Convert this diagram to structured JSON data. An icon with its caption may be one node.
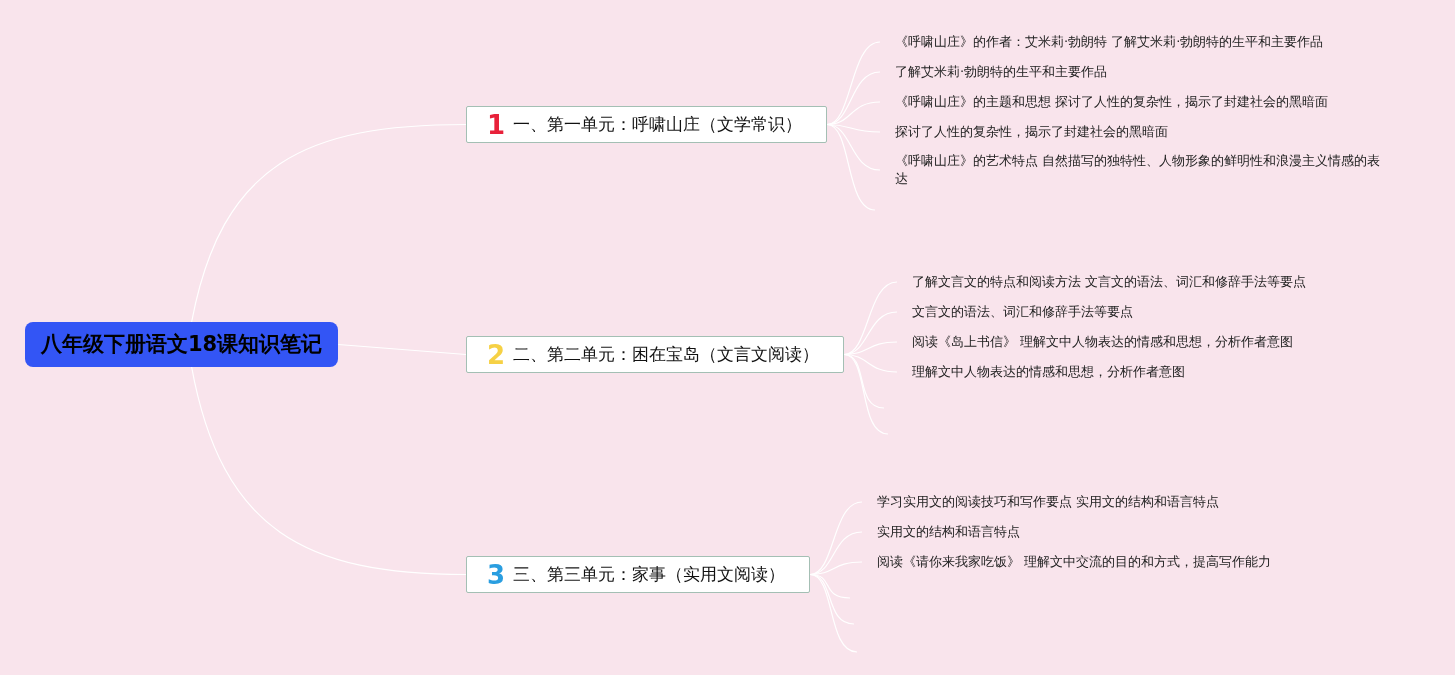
{
  "diagram": {
    "nodes": [
      {
        "text": [
          "八年级下册语文18课知识笔记"
        ]
      },
      {
        "text": [
          "1",
          "一、第一单元：呼啸山庄（文学常识）"
        ]
      },
      {
        "text": [
          "《呼啸山庄》的作者：艾米莉·勃朗特 了解艾米莉·勃朗特的生平和主要作品"
        ]
      },
      {
        "text": [
          "了解艾米莉·勃朗特的生平和主要作品"
        ]
      },
      {
        "text": [
          "《呼啸山庄》的主题和思想 探讨了人性的复杂性，揭示了封建社会的黑暗面"
        ]
      },
      {
        "text": [
          "探讨了人性的复杂性，揭示了封建社会的黑暗面"
        ]
      },
      {
        "text": [
          "《呼啸山庄》的艺术特点 自然描写的独特性、人物形象的鲜明性和浪漫主义情感的表达"
        ]
      },
      {
        "text": [
          "2",
          "二、第二单元：困在宝岛（文言文阅读）"
        ]
      },
      {
        "text": [
          "了解文言文的特点和阅读方法 文言文的语法、词汇和修辞手法等要点"
        ]
      },
      {
        "text": [
          "文言文的语法、词汇和修辞手法等要点"
        ]
      },
      {
        "text": [
          "阅读《岛上书信》 理解文中人物表达的情感和思想，分析作者意图"
        ]
      },
      {
        "text": [
          "理解文中人物表达的情感和思想，分析作者意图"
        ]
      },
      {
        "text": [
          "3",
          "三、第三单元：家事（实用文阅读）"
        ]
      },
      {
        "text": [
          "学习实用文的阅读技巧和写作要点 实用文的结构和语言特点"
        ]
      },
      {
        "text": [
          "实用文的结构和语言特点"
        ]
      },
      {
        "text": [
          "阅读《请你来我家吃饭》 理解文中交流的目的和方式，提高写作能力"
        ]
      }
    ],
    "edges": [
      {
        "from": 0,
        "to": 1,
        "arrow": "none"
      },
      {
        "from": 1,
        "to": 2,
        "arrow": "none"
      },
      {
        "from": 1,
        "to": 3,
        "arrow": "none"
      },
      {
        "from": 1,
        "to": 4,
        "arrow": "none"
      },
      {
        "from": 1,
        "to": 5,
        "arrow": "none"
      },
      {
        "from": 1,
        "to": 6,
        "arrow": "none"
      },
      {
        "from": 1,
        "to": null,
        "arrow": "none"
      },
      {
        "from": 0,
        "to": 7,
        "arrow": "none"
      },
      {
        "from": 7,
        "to": 8,
        "arrow": "none"
      },
      {
        "from": 7,
        "to": 9,
        "arrow": "none"
      },
      {
        "from": 7,
        "to": 10,
        "arrow": "none"
      },
      {
        "from": 7,
        "to": 11,
        "arrow": "none"
      },
      {
        "from": 7,
        "to": null,
        "arrow": "none"
      },
      {
        "from": 7,
        "to": null,
        "arrow": "none"
      },
      {
        "from": 0,
        "to": 12,
        "arrow": "none"
      },
      {
        "from": 12,
        "to": 13,
        "arrow": "none"
      },
      {
        "from": 12,
        "to": 14,
        "arrow": "none"
      },
      {
        "from": 12,
        "to": 15,
        "arrow": "none"
      },
      {
        "from": 12,
        "to": null,
        "arrow": "none"
      },
      {
        "from": 12,
        "to": null,
        "arrow": "none"
      },
      {
        "from": 12,
        "to": null,
        "arrow": "none"
      }
    ]
  }
}
